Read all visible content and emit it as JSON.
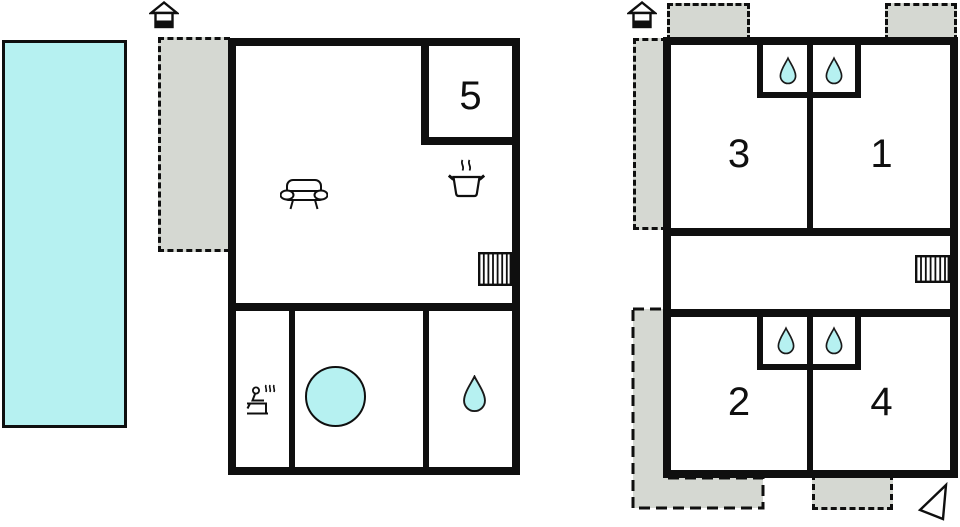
{
  "colors": {
    "water": "#b6f1f1",
    "terrace": "#d5d8d2",
    "wall": "#0f0f0f"
  },
  "rooms": {
    "r1": "1",
    "r2": "2",
    "r3": "3",
    "r4": "4",
    "r5": "5"
  },
  "icons": {
    "entrance": "entrance-icon",
    "sofa": "sofa-icon",
    "stove": "cooking-pot-icon",
    "radiator": "radiator-icon",
    "sauna": "sauna-icon",
    "hot_tub": "hot-tub",
    "shower": "water-drop-icon",
    "pool": "swimming-pool",
    "north_arrow": "north-arrow-icon"
  }
}
